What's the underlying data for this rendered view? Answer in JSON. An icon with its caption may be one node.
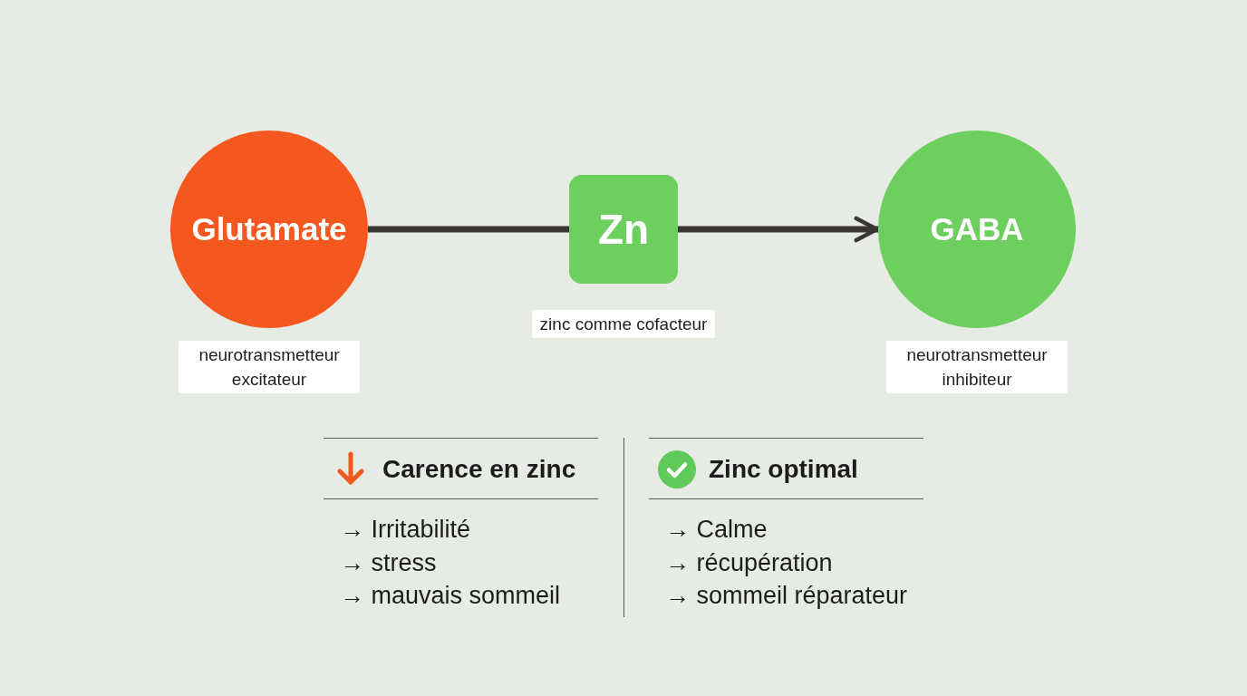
{
  "diagram": {
    "nodes": [
      {
        "text": [
          "Glutamate"
        ],
        "beside": [
          "neurotransmetteur excitateur"
        ]
      },
      {
        "text": [
          "Zn"
        ],
        "beside": [
          "zinc comme cofacteur"
        ]
      },
      {
        "text": [
          "GABA"
        ],
        "beside": [
          "neurotransmetteur inhibiteur"
        ]
      }
    ],
    "edges": [
      {
        "from": 0,
        "to": 1,
        "arrow": "none"
      },
      {
        "from": 1,
        "to": 2,
        "arrow": "to"
      }
    ],
    "labels": [
      "Carence en zinc",
      "→ Irritabilité",
      "→ stress",
      "→ mauvais sommeil",
      "Zinc optimal",
      "→ Calme",
      "→ récupération",
      "→ sommeil réparateur"
    ]
  }
}
